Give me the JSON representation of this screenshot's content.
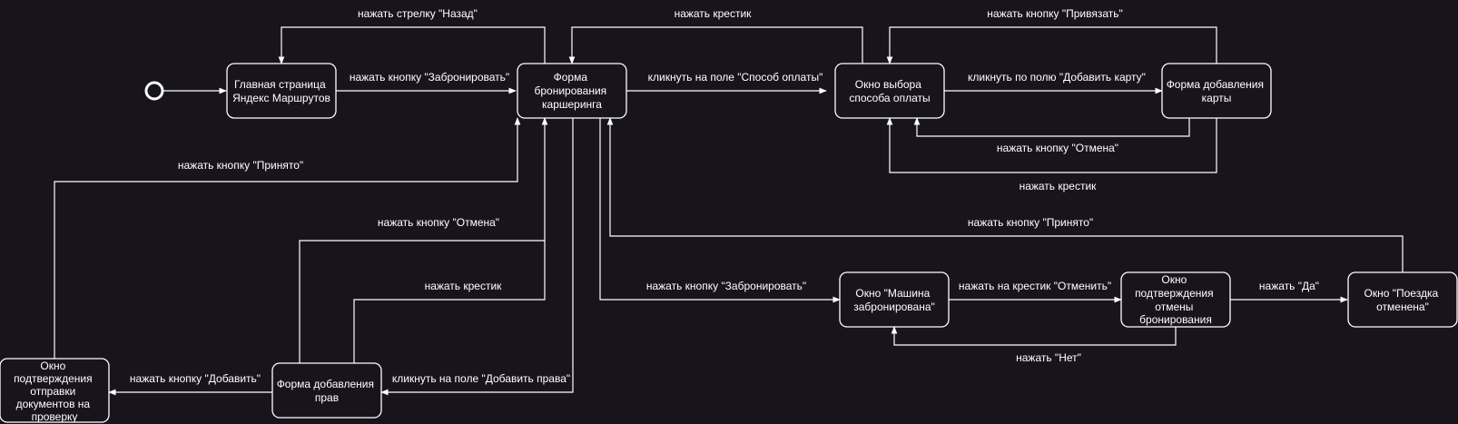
{
  "colors": {
    "background": "#18141d",
    "foreground": "#ffffff"
  },
  "nodes": {
    "main": [
      "Главная страница",
      "Яндекс Маршрутов"
    ],
    "booking_form": [
      "Форма",
      "бронирования",
      "каршеринга"
    ],
    "payment_window": [
      "Окно выбора",
      "способа оплаты"
    ],
    "card_form": [
      "Форма добавления",
      "карты"
    ],
    "car_booked": [
      "Окно \"Машина",
      "забронирована\""
    ],
    "cancel_confirm": [
      "Окно",
      "подтверждения",
      "отмены",
      "бронирования"
    ],
    "trip_cancelled": [
      "Окно \"Поездка",
      "отменена\""
    ],
    "license_form": [
      "Форма добавления",
      "прав"
    ],
    "docs_confirm": [
      "Окно",
      "подтверждения",
      "отправки",
      "документов на",
      "проверку"
    ]
  },
  "edges": {
    "main_to_booking": "нажать кнопку \"Забронировать\"",
    "booking_to_main": "нажать стрелку \"Назад\"",
    "booking_to_payment": "кликнуть на поле \"Способ оплаты\"",
    "payment_to_booking": "нажать крестик",
    "payment_to_card": "кликнуть по полю \"Добавить карту\"",
    "card_to_payment_bind": "нажать кнопку \"Привязать\"",
    "card_to_payment_cancel": "нажать кнопку \"Отмена\"",
    "card_to_payment_cross": "нажать крестик",
    "trip_to_booking_accept": "нажать кнопку \"Принято\"",
    "booking_to_car_booked": "нажать кнопку \"Забронировать\"",
    "car_booked_to_cancel": "нажать на крестик \"Отменить\"",
    "cancel_to_trip": "нажать \"Да\"",
    "cancel_to_car_booked": "нажать \"Нет\"",
    "booking_to_license": "кликнуть на поле \"Добавить права\"",
    "license_to_docs": "нажать кнопку \"Добавить\"",
    "docs_to_booking_accept": "нажать кнопку \"Принято\"",
    "license_to_booking_cancel": "нажать кнопку \"Отмена\"",
    "license_to_booking_cross": "нажать крестик"
  }
}
